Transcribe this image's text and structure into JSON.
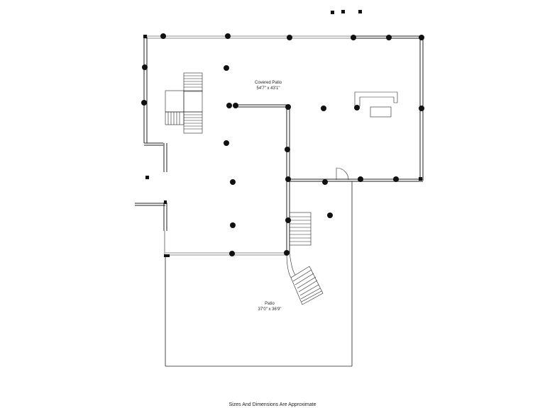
{
  "rooms": [
    {
      "name": "Covered Patio",
      "dimensions": "54'7\" x 43'1\""
    },
    {
      "name": "Patio",
      "dimensions": "37'0\" x 36'9\""
    }
  ],
  "footer": {
    "note": "Sizes And Dimensions Are Approximate"
  }
}
